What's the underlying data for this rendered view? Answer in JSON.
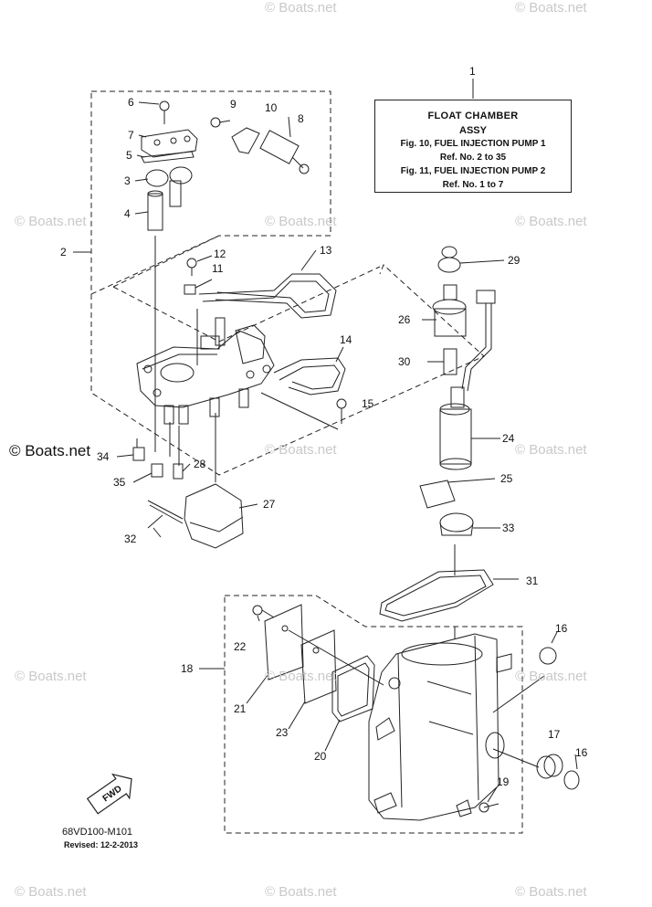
{
  "title_box": {
    "line1": "FLOAT CHAMBER",
    "line2": "ASSY",
    "ref1": "Fig. 10, FUEL INJECTION PUMP 1",
    "ref2": "Ref. No. 2 to 35",
    "ref3": "Fig. 11, FUEL INJECTION PUMP 2",
    "ref4": "Ref. No. 1 to 7"
  },
  "watermark": "© Boats.net",
  "watermark_dark": "© Boats.net",
  "fwd_label": "FWD",
  "drawing_code": "68VD100-M101",
  "revised": "Revised: 12-2-2013",
  "callouts": {
    "n1": "1",
    "n2": "2",
    "n3": "3",
    "n4": "4",
    "n5": "5",
    "n6": "6",
    "n7": "7",
    "n8": "8",
    "n9": "9",
    "n10": "10",
    "n11": "11",
    "n12": "12",
    "n13": "13",
    "n14": "14",
    "n15": "15",
    "n16a": "16",
    "n16b": "16",
    "n17": "17",
    "n18": "18",
    "n19": "19",
    "n20": "20",
    "n21": "21",
    "n22": "22",
    "n23": "23",
    "n24": "24",
    "n25": "25",
    "n26": "26",
    "n27": "27",
    "n28": "28",
    "n29": "29",
    "n30": "30",
    "n31": "31",
    "n32": "32",
    "n33": "33",
    "n34": "34",
    "n35": "35"
  }
}
